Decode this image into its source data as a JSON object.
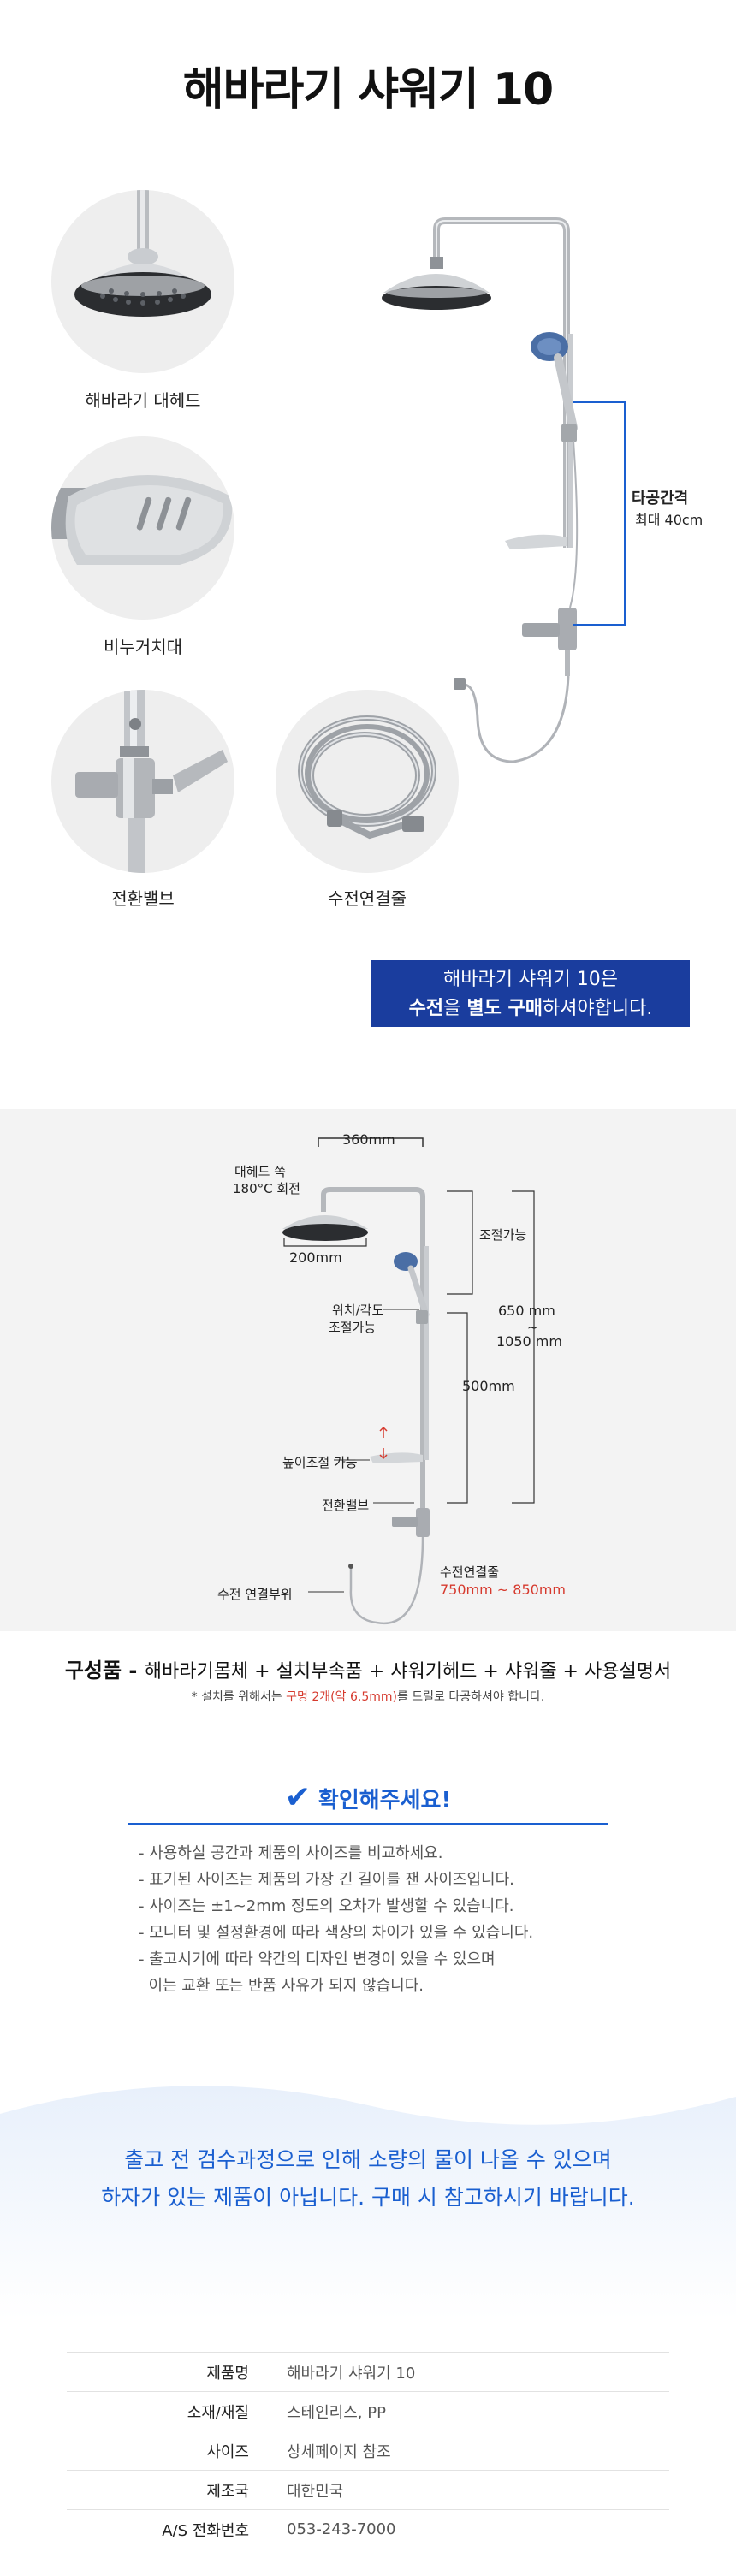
{
  "title": "해바라기 샤워기 10",
  "parts": [
    {
      "label": "해바라기 대헤드"
    },
    {
      "label": "비누거치대"
    },
    {
      "label": "전환밸브"
    },
    {
      "label": "수전연결줄"
    }
  ],
  "hero": {
    "spacing_title": "타공간격",
    "spacing_value": "최대 40cm"
  },
  "notice": {
    "line1": "해바라기 샤워기 10은",
    "line2_b1": "수전",
    "line2_t1": "을 ",
    "line2_b2": "별도 구매",
    "line2_t2": "하셔야합니다."
  },
  "spec": {
    "width_360": "360mm",
    "head_rotate_1": "대헤드 쪽",
    "head_rotate_2": "180°C 회전",
    "head_200": "200mm",
    "adjustable": "조절가능",
    "position_1": "위치/각도",
    "position_2": "조절가능",
    "height_650": "650 mm",
    "tilde": "~",
    "height_1050": "1050 mm",
    "len_500": "500mm",
    "height_adjust": "높이조절 가능",
    "diverter": "전환밸브",
    "hose_label": "수전연결줄",
    "hose_len": "750mm ~ 850mm",
    "faucet_part": "수전 연결부위"
  },
  "components": {
    "label": "구성품",
    "dash": " - ",
    "items": "해바라기몸체 + 설치부속품 + 샤워기헤드 + 샤워줄 + 사용설명서",
    "note_pre": "* 설치를 위해서는 ",
    "note_red": "구멍 2개(약 6.5mm)",
    "note_post": "를 드릴로 타공하셔야 합니다."
  },
  "check": {
    "title": "확인해주세요!",
    "items": [
      "- 사용하실 공간과 제품의 사이즈를 비교하세요.",
      "- 표기된 사이즈는 제품의 가장 긴 길이를 잰 사이즈입니다.",
      "- 사이즈는 ±1~2mm 정도의 오차가 발생할 수 있습니다.",
      "- 모니터 및 설정환경에 따라 색상의 차이가 있을 수 있습니다.",
      "- 출고시기에 따라 약간의 디자인 변경이 있을 수 있으며",
      "  이는 교환 또는 반품 사유가 되지 않습니다."
    ]
  },
  "banner": {
    "line1": "출고 전 검수과정으로 인해 소량의 물이 나올 수 있으며",
    "line2": "하자가 있는 제품이 아닙니다. 구매 시 참고하시기 바랍니다."
  },
  "info": [
    {
      "key": "제품명",
      "value": "해바라기 샤워기 10"
    },
    {
      "key": "소재/재질",
      "value": "스테인리스, PP"
    },
    {
      "key": "사이즈",
      "value": "상세페이지 참조"
    },
    {
      "key": "제조국",
      "value": "대한민국"
    },
    {
      "key": "A/S 전화번호",
      "value": "053-243-7000"
    }
  ],
  "colors": {
    "accent": "#1a5fd0",
    "notice_bg": "#1a3d9e",
    "red": "#d63a2e"
  }
}
